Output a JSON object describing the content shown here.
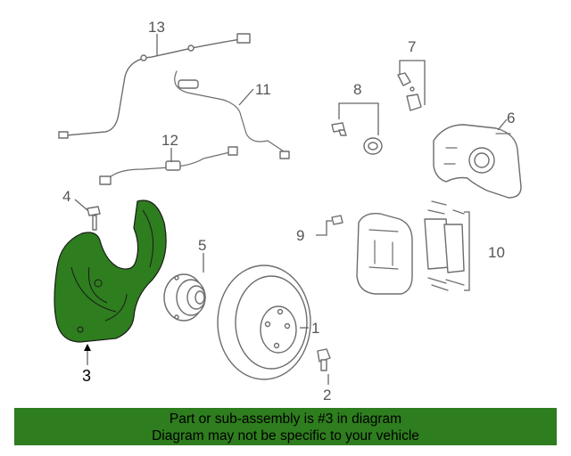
{
  "callouts": {
    "c1": "1",
    "c2": "2",
    "c3": "3",
    "c4": "4",
    "c5": "5",
    "c6": "6",
    "c7": "7",
    "c8": "8",
    "c9": "9",
    "c10": "10",
    "c11": "11",
    "c12": "12",
    "c13": "13"
  },
  "highlight_part": "3",
  "colors": {
    "highlight": "#2e7d1e",
    "banner": "#2e7d1e",
    "line": "#6d6d6d"
  },
  "banner": {
    "line1": "Part or sub-assembly is #3 in diagram",
    "line2": "Diagram may not be specific to your vehicle"
  }
}
